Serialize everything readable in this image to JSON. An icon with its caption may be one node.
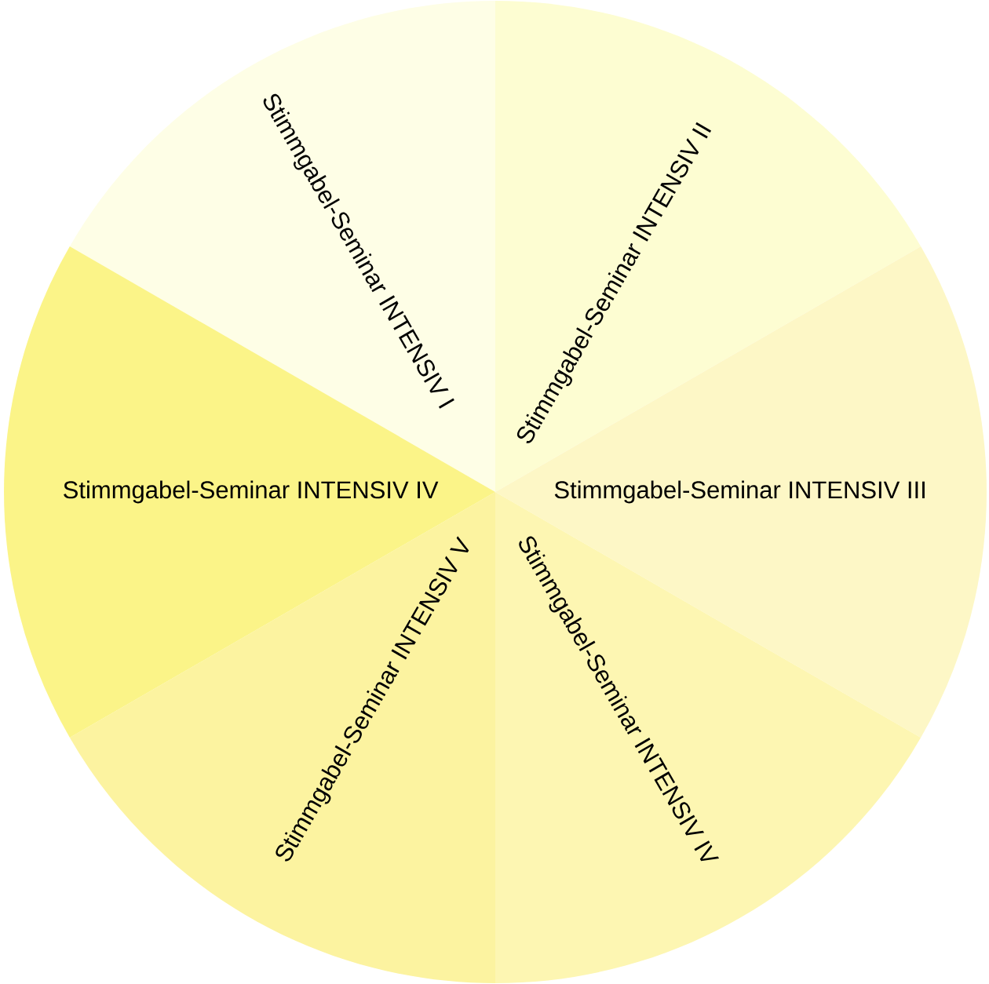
{
  "diagram": {
    "nodes": [
      {
        "text": [
          "Stimmgabel-Seminar INTENSIV I"
        ]
      },
      {
        "text": [
          "Stimmgabel-Seminar INTENSIV II"
        ]
      },
      {
        "text": [
          "Stimmgabel-Seminar INTENSIV III"
        ]
      },
      {
        "text": [
          "Stimmgabel-Seminar INTENSIV IV"
        ]
      },
      {
        "text": [
          "Stimmgabel-Seminar INTENSIV V"
        ]
      },
      {
        "text": [
          "Stimmgabel-Seminar INTENSIV IV"
        ]
      }
    ]
  }
}
